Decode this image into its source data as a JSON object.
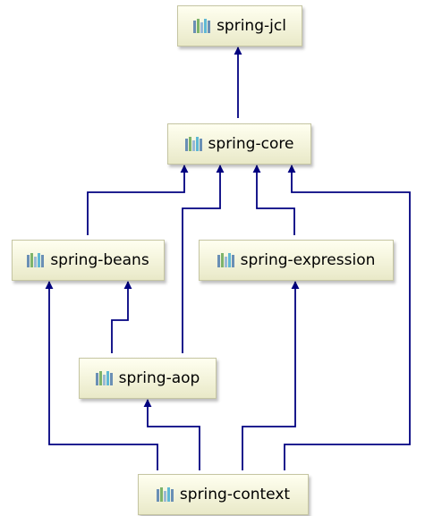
{
  "diagram": {
    "type": "dependency-graph",
    "edge_color": "#000080",
    "icon": "maven-module-bars-icon",
    "nodes": {
      "jcl": {
        "label": "spring-jcl"
      },
      "core": {
        "label": "spring-core"
      },
      "beans": {
        "label": "spring-beans"
      },
      "expression": {
        "label": "spring-expression"
      },
      "aop": {
        "label": "spring-aop"
      },
      "context": {
        "label": "spring-context"
      }
    },
    "edges": [
      {
        "from": "core",
        "to": "jcl"
      },
      {
        "from": "beans",
        "to": "core"
      },
      {
        "from": "aop",
        "to": "core"
      },
      {
        "from": "expression",
        "to": "core"
      },
      {
        "from": "context",
        "to": "core"
      },
      {
        "from": "aop",
        "to": "beans"
      },
      {
        "from": "context",
        "to": "beans"
      },
      {
        "from": "context",
        "to": "aop"
      },
      {
        "from": "context",
        "to": "expression"
      }
    ]
  }
}
